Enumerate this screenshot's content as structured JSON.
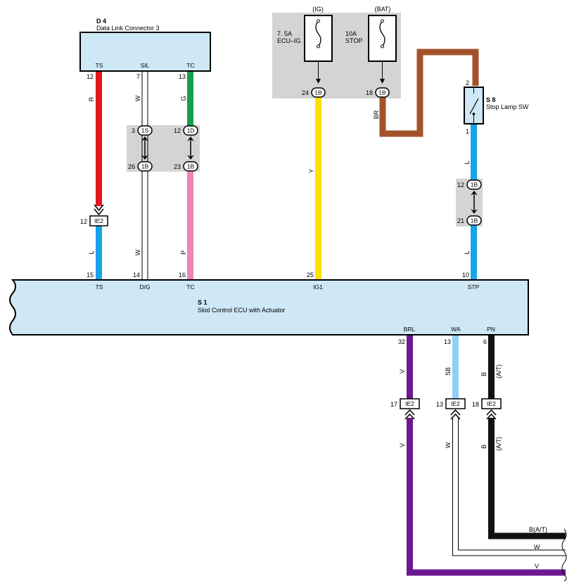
{
  "colors": {
    "connector_fill": "#cfe8f6",
    "junction_gray": "#d4d4d4",
    "wire_red": "#e3151d",
    "wire_green": "#12a04c",
    "wire_blue": "#16a4e6",
    "wire_pink": "#ee84b8",
    "wire_yellow": "#fde200",
    "wire_brown": "#a2522a",
    "wire_violet": "#6e1990",
    "wire_skyblue": "#8ed1f4",
    "wire_black": "#111111"
  },
  "dlc": {
    "code": "D 4",
    "name": "Data Link Connector 3",
    "terms": {
      "ts": "TS",
      "sil": "SIL",
      "tc": "TC"
    },
    "pins": {
      "ts": "12",
      "sil": "7",
      "tc": "13"
    }
  },
  "fuses": {
    "ig": {
      "supply": "(IG)",
      "rating": "7. 5A",
      "name": "ECU–IG",
      "pin": "24",
      "conn": "1B"
    },
    "bat": {
      "supply": "(BAT)",
      "rating": "10A",
      "name": "STOP",
      "pin": "18",
      "conn": "1B"
    }
  },
  "stop_switch": {
    "code": "S 8",
    "name": "Stop Lamp SW",
    "pin_top": "2",
    "pin_bottom": "1"
  },
  "junctions": {
    "sil_upper": {
      "pin": "3",
      "conn": "1S"
    },
    "sil_lower": {
      "pin": "26",
      "conn": "1B"
    },
    "tc_upper": {
      "pin": "12",
      "conn": "1D"
    },
    "tc_lower": {
      "pin": "23",
      "conn": "1B"
    },
    "stp_upper": {
      "pin": "12",
      "conn": "1B"
    },
    "stp_lower": {
      "pin": "21",
      "conn": "1B"
    },
    "ts_ie2": {
      "pin": "12",
      "conn": "IE2"
    },
    "brl_ie2": {
      "pin": "17",
      "conn": "IE2"
    },
    "wa_ie2": {
      "pin": "13",
      "conn": "IE2"
    },
    "pn_ie2": {
      "pin": "18",
      "conn": "IE2"
    }
  },
  "ecu": {
    "code": "S 1",
    "name": "Skid Control ECU with Actuator",
    "top_terms": {
      "ts": "TS",
      "dg": "D/G",
      "tc": "TC",
      "ig1": "IG1",
      "stp": "STP"
    },
    "top_pins": {
      "ts": "15",
      "dg": "14",
      "tc": "16",
      "ig1": "25",
      "stp": "10"
    },
    "bottom_terms": {
      "brl": "BRL",
      "wa": "WA",
      "pn": "PN"
    },
    "bottom_pins": {
      "brl": "32",
      "wa": "13",
      "pn": "6"
    }
  },
  "wire_labels": {
    "ts_top": "R",
    "ts_bottom": "L",
    "sil_top": "W",
    "dg_bottom": "W",
    "tc_top": "G",
    "tc_bottom": "P",
    "ig1": "Y",
    "br": "BR",
    "stp_top": "L",
    "stp_bottom": "L",
    "brl_top": "V",
    "brl_bottom": "V",
    "wa_top": "SB",
    "wa_bottom": "W",
    "pn_top": "B",
    "pn_top_note": "(A/T)",
    "pn_bottom": "B",
    "pn_bottom_note": "(A/T)"
  },
  "continuations": {
    "b_at": "B(A/T)",
    "w": "W",
    "v": "V"
  }
}
